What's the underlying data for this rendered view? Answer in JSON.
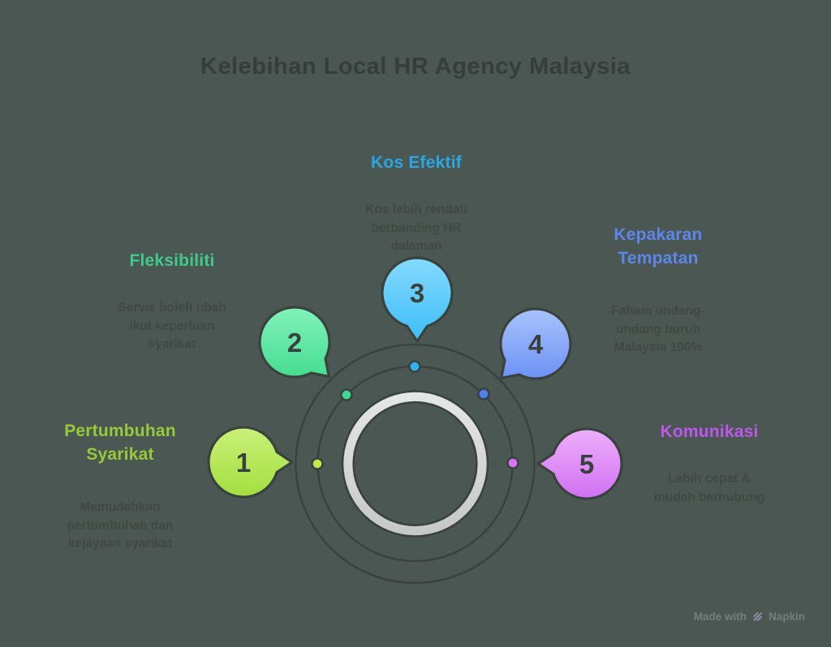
{
  "title": "Kelebihan Local HR Agency Malaysia",
  "background": "#4b5752",
  "ink": "#39413d",
  "items": [
    {
      "number": "1",
      "heading": "Pertumbuhan\nSyarikat",
      "body": "Memudahkan\npertumbuhan dan\nkejayaan syarikat",
      "heading_color": "#97ca3b",
      "bubble_top": "#c9f078",
      "bubble_bottom": "#a3df3f",
      "dot_color": "#c3e84d"
    },
    {
      "number": "2",
      "heading": "Fleksibiliti",
      "body": "Servis boleh ubah\nikut keperluan\nsyarikat",
      "heading_color": "#40c98d",
      "bubble_top": "#82f2bb",
      "bubble_bottom": "#45dd90",
      "dot_color": "#3fda8f"
    },
    {
      "number": "3",
      "heading": "Kos Efektif",
      "body": "Kos lebih rendah\nberbanding HR\ndalaman",
      "heading_color": "#2aa7e3",
      "bubble_top": "#85daff",
      "bubble_bottom": "#3dbdf7",
      "dot_color": "#2db2f0"
    },
    {
      "number": "4",
      "heading": "Kepakaran\nTempatan",
      "body": "Faham undang-\nundang buruh\nMalaysia 100%",
      "heading_color": "#5c87ea",
      "bubble_top": "#a9c3fd",
      "bubble_bottom": "#6c91f3",
      "dot_color": "#4d7fee"
    },
    {
      "number": "5",
      "heading": "Komunikasi",
      "body": "Lebih cepat &\nmudah berhubung",
      "heading_color": "#bd57ee",
      "bubble_top": "#eeb0fb",
      "bubble_bottom": "#d070f2",
      "dot_color": "#d873f3"
    }
  ],
  "ring": {
    "light": "#e4e6e5",
    "dark": "#c6c9c8"
  },
  "watermark": {
    "prefix": "Made with",
    "brand": "Napkin"
  }
}
